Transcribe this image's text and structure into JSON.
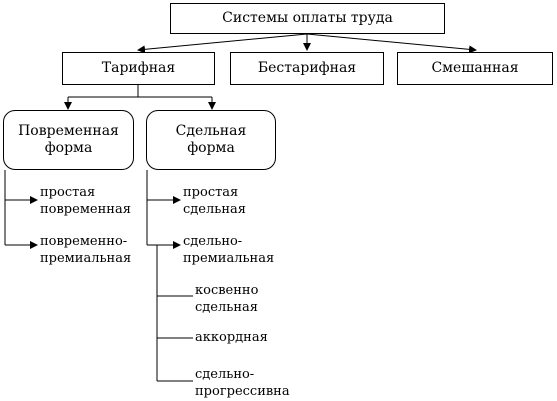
{
  "root": {
    "label": "Системы оплаты труда"
  },
  "systems": [
    {
      "label": "Тарифная"
    },
    {
      "label": "Бестарифная"
    },
    {
      "label": "Смешанная"
    }
  ],
  "forms": [
    {
      "line1": "Повременная",
      "line2": "форма"
    },
    {
      "line1": "Сдельная",
      "line2": "форма"
    }
  ],
  "time_items": [
    {
      "line1": "простая",
      "line2": "повременная"
    },
    {
      "line1": "повременно-",
      "line2": "премиальная"
    }
  ],
  "piece_items": [
    {
      "line1": "простая",
      "line2": "сдельная"
    },
    {
      "line1": "сдельно-",
      "line2": "премиальная"
    }
  ],
  "piece_subitems": [
    {
      "line1": "косвенно",
      "line2": "сдельная"
    },
    {
      "line1": "аккордная",
      "line2": ""
    },
    {
      "line1": "сдельно-",
      "line2": "прогрессивна"
    }
  ]
}
